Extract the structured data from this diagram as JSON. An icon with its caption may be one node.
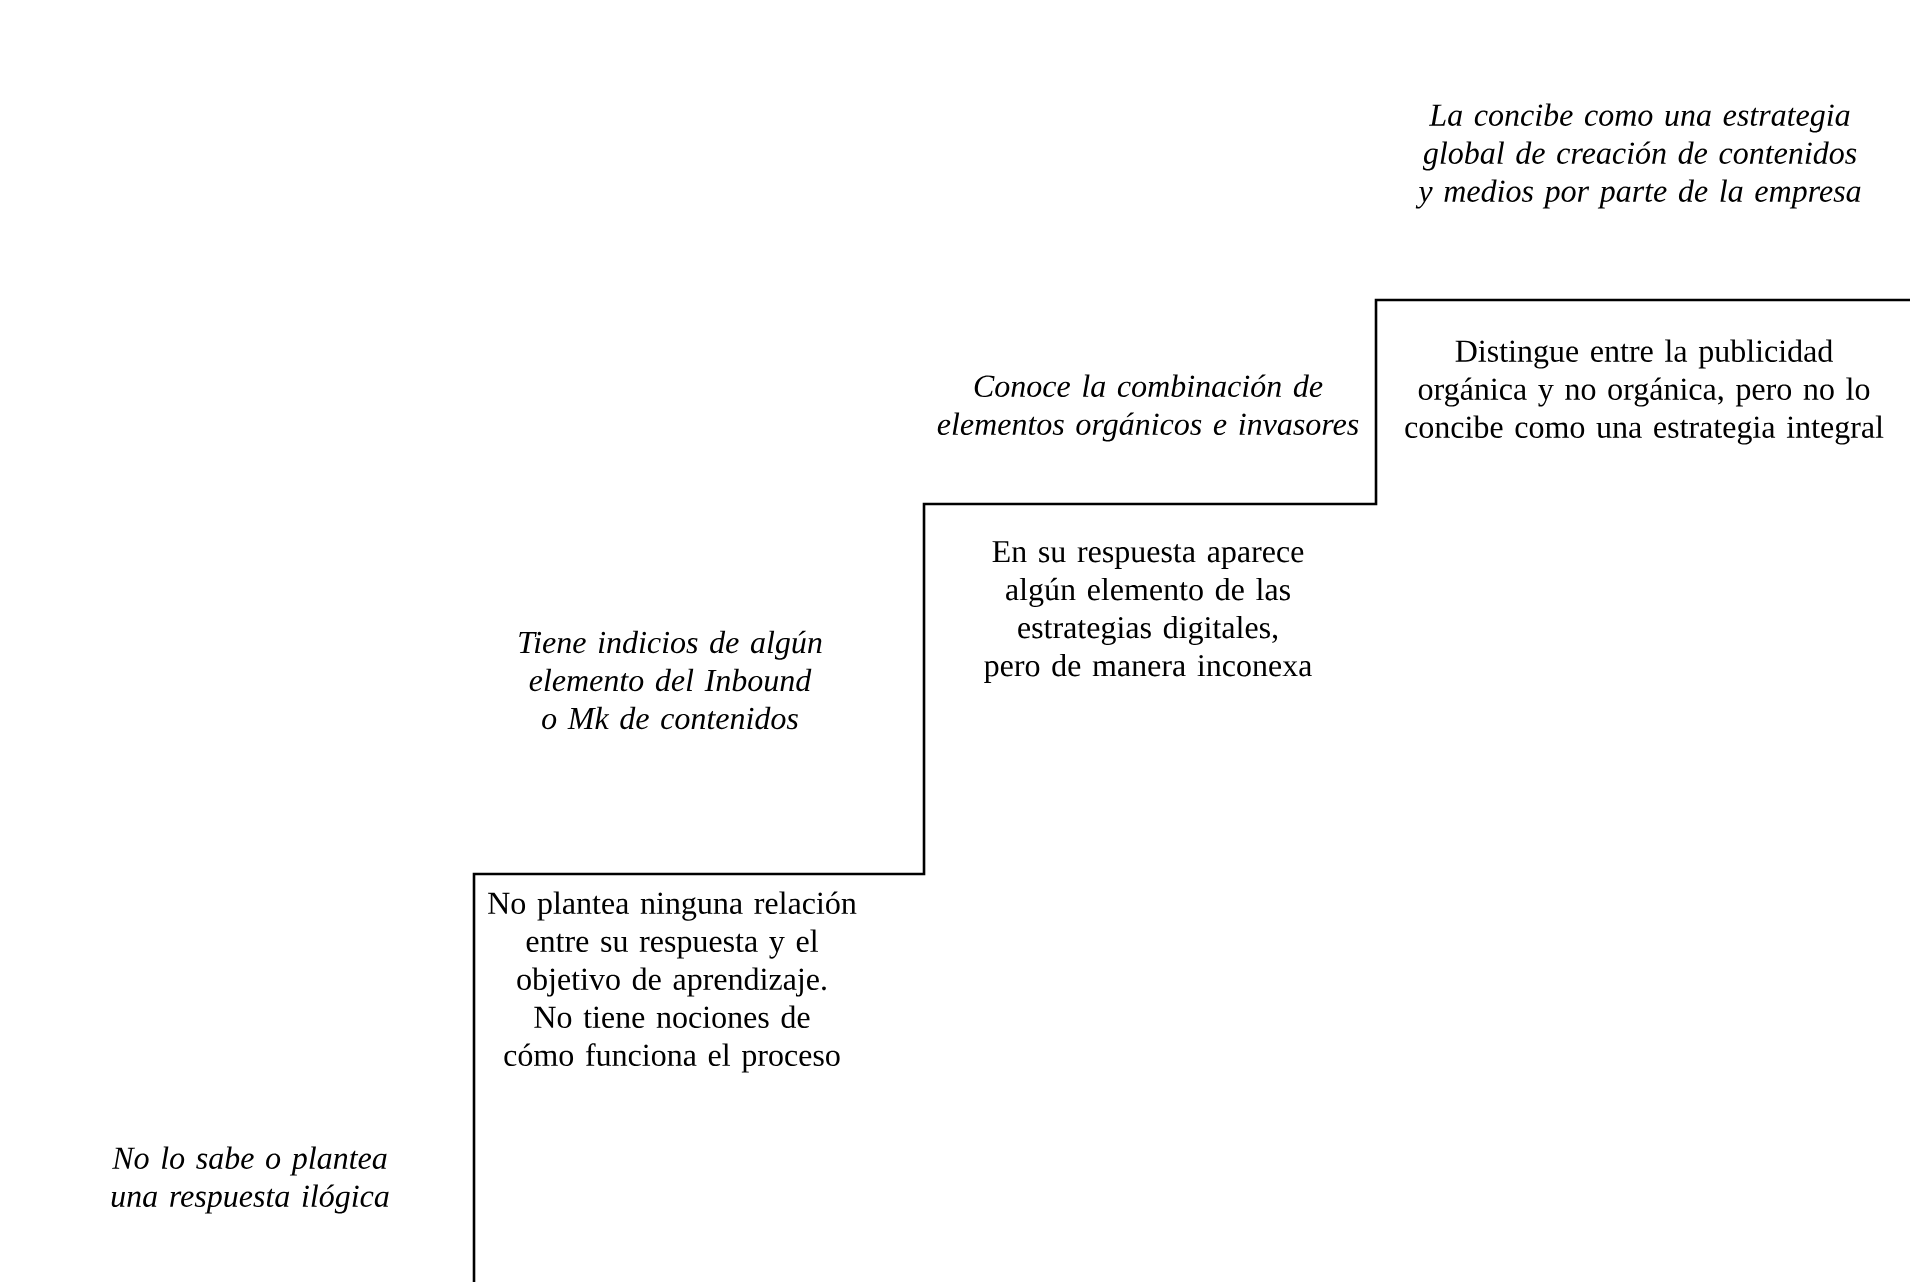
{
  "diagram": {
    "labels": [
      "No lo sabe o plantea una respuesta ilógica",
      "Tiene indicios de algún elemento del Inbound o Mk de contenidos",
      "No plantea ninguna relación entre su respuesta y el objetivo de aprendizaje. No tiene nociones de cómo funciona el proceso",
      "Conoce la combinación de elementos orgánicos e invasores",
      "En su respuesta aparece algún elemento de las estrategias digitales, pero de manera inconexa",
      "La concibe como una estrategia global de creación de contenidos y medios por parte de la empresa",
      "Distingue entre la publicidad orgánica y no orgánica, pero no lo concibe como una estrategia integral"
    ]
  }
}
